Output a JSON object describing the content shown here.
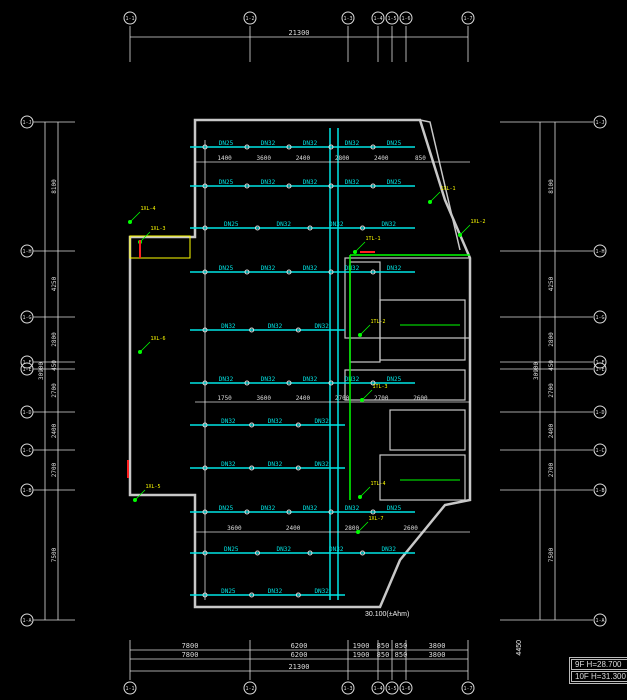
{
  "top_axes": [
    "1-1",
    "1-2",
    "1-3",
    "1-4",
    "1-5",
    "1-6",
    "1-7"
  ],
  "left_axes": [
    "1-J",
    "1-H",
    "1-G",
    "1-F",
    "1-E",
    "1-D",
    "1-C",
    "1-B",
    "1-A"
  ],
  "h_dims": {
    "total": "21300",
    "segments": [
      "7800",
      "6200",
      "1900",
      "850",
      "850",
      "3800"
    ]
  },
  "v_dims": {
    "total": "30900",
    "segments": [
      "8100",
      "4250",
      "2800",
      "450",
      "2700",
      "2400",
      "2700",
      "7500"
    ]
  },
  "pipe_rows": [
    [
      "DN25",
      "DN32",
      "DN32",
      "DN32",
      "DN25"
    ],
    [
      "DN25",
      "DN32",
      "DN32",
      "DN32",
      "DN25"
    ],
    [
      "DN25",
      "DN32",
      "DN32",
      "DN32"
    ],
    [
      "DN25",
      "DN32",
      "DN32",
      "DN32",
      "DN32"
    ],
    [
      "DN32",
      "DN32",
      "DN32"
    ],
    [
      "DN32",
      "DN32",
      "DN32",
      "DN32",
      "DN25"
    ],
    [
      "DN32",
      "DN32",
      "DN32"
    ],
    [
      "DN32",
      "DN32",
      "DN32"
    ],
    [
      "DN25",
      "DN32",
      "DN32",
      "DN32",
      "DN25"
    ],
    [
      "DN25",
      "DN32",
      "DN32",
      "DN32"
    ],
    [
      "DN25",
      "DN32",
      "DN32"
    ]
  ],
  "inner_dims": [
    [
      "1400",
      "3600",
      "2400",
      "2800",
      "2400",
      "850"
    ],
    [
      "1750",
      "3600",
      "2400",
      "2700",
      "2700",
      "2600"
    ],
    [
      "3600",
      "2400",
      "2800",
      "2600"
    ]
  ],
  "risers": [
    "1XL-1",
    "1XL-2",
    "1XL-3",
    "1XL-4",
    "1XL-5",
    "1XL-6",
    "1XL-7",
    "1TL-1",
    "1TL-2",
    "1TL-3",
    "1TL-4"
  ],
  "level_note": "30.100(±Ahm)",
  "side_note": "4450",
  "levels": [
    "9F  H=28.700",
    "10F  H=31.300"
  ],
  "colors": {
    "pipe": "#00e5e5",
    "wall": "#c8c8c8",
    "riser": "#ffff00",
    "red": "#ff2020",
    "green": "#00ff00",
    "dim": "#dcdcdc"
  }
}
